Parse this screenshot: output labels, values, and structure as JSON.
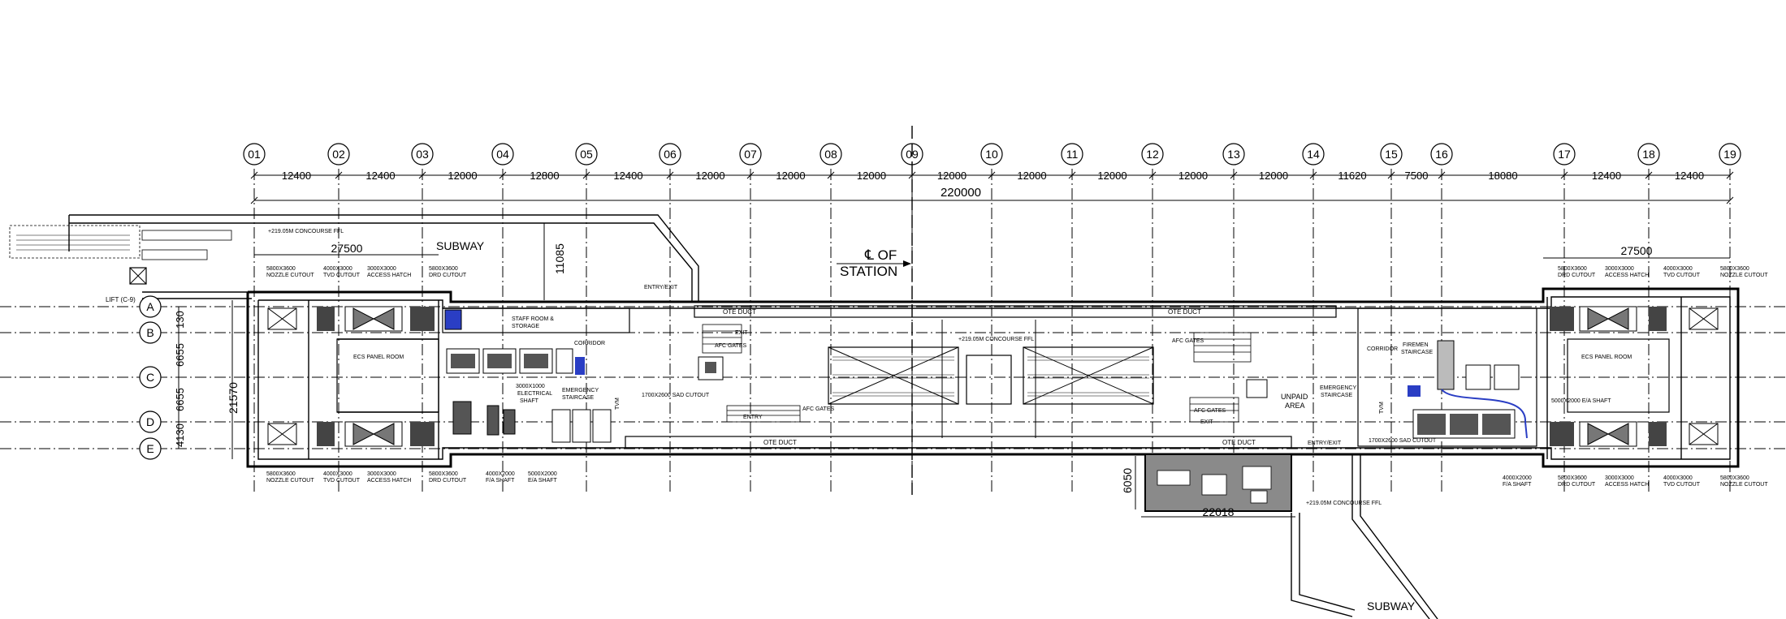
{
  "grid": {
    "columns": [
      "01",
      "02",
      "03",
      "04",
      "05",
      "06",
      "07",
      "08",
      "09",
      "10",
      "11",
      "12",
      "13",
      "14",
      "15",
      "16",
      "17",
      "18",
      "19"
    ],
    "column_spacings": [
      "12400",
      "12400",
      "12000",
      "12800",
      "12400",
      "12000",
      "12000",
      "12000",
      "12000",
      "12000",
      "12000",
      "12000",
      "12000",
      "11620",
      "7500",
      "18080",
      "12400",
      "12400"
    ],
    "rows": [
      "A",
      "B",
      "C",
      "D",
      "E"
    ],
    "row_spacings": [
      "130",
      "6655",
      "6655",
      "4130"
    ],
    "overall_length": "220000",
    "overall_width": "21570"
  },
  "labels": {
    "centerline_line1": "℄ OF",
    "centerline_line2": "STATION",
    "subway_top": "SUBWAY",
    "subway_bottom": "SUBWAY",
    "dim_left_27500": "27500",
    "dim_right_27500": "27500",
    "dim_11085": "11085",
    "dim_6050": "6050",
    "dim_22018": "22018",
    "concourse_top": "+219.05M CONCOURSE FFL",
    "concourse_mid": "+219.05M CONCOURSE FFL",
    "concourse_bottom": "+219.05M CONCOURSE FFL",
    "lift": "LIFT (C-9)",
    "entry_exit_top": "ENTRY/EXIT",
    "entry_exit_bottom": "ENTRY/EXIT",
    "ote_duct_1": "OTE DUCT",
    "ote_duct_2": "OTE DUCT",
    "ote_duct_3": "OTE DUCT",
    "ote_duct_4": "OTE DUCT",
    "unpaid_area_1": "UNPAID",
    "unpaid_area_2": "AREA",
    "staff_room_1": "STAFF ROOM &",
    "staff_room_2": "STORAGE",
    "corridor_left": "CORRIDOR",
    "corridor_right": "CORRIDOR",
    "emergency_staircase_left_1": "EMERGENCY",
    "emergency_staircase_left_2": "STAIRCASE",
    "emergency_staircase_right_1": "EMERGENCY",
    "emergency_staircase_right_2": "STAIRCASE",
    "firemen_staircase_1": "FIREMEN",
    "firemen_staircase_2": "STAIRCASE",
    "electrical_shaft_1": "3000X1000",
    "electrical_shaft_2": "ELECTRICAL",
    "electrical_shaft_3": "SHAFT",
    "sad_cutout_left": "1700X2600 SAD CUTOUT",
    "sad_cutout_right": "1700X2600 SAD CUTOUT",
    "afc_gates_1": "AFC GATES",
    "afc_gates_2": "AFC GATES",
    "afc_gates_3": "AFC GATES",
    "afc_gates_4": "AFC GATES",
    "entry_label": "ENTRY",
    "exit_label_1": "EXIT",
    "exit_label_2": "EXIT",
    "tvm_1": "TVM",
    "tvm_2": "TVM",
    "ecs_panel_left": "ECS PANEL ROOM",
    "ecs_panel_right": "ECS PANEL ROOM",
    "ea_shaft_right": "5000X2000 E/A SHAFT"
  },
  "cutouts_top_left": [
    "5800X3600 NOZZLE CUTOUT",
    "4000X3000 TVD CUTOUT",
    "3000X3000 ACCESS HATCH",
    "5800X3600 DRD CUTOUT"
  ],
  "cutouts_bottom_left": [
    "5800X3600 NOZZLE CUTOUT",
    "4000X3000 TVD CUTOUT",
    "3000X3000 ACCESS HATCH",
    "5800X3600 DRD CUTOUT",
    "4000X2000 F/A SHAFT",
    "5000X2000 E/A SHAFT"
  ],
  "cutouts_top_right": [
    "5800X3600 DRD CUTOUT",
    "3000X3000 ACCESS HATCH",
    "4000X3000 TVD CUTOUT",
    "5800X3600 NOZZLE CUTOUT"
  ],
  "cutouts_bottom_right": [
    "4000X2000 F/A SHAFT",
    "5800X3600 DRD CUTOUT",
    "3000X3000 ACCESS HATCH",
    "4000X3000 TVD CUTOUT",
    "5800X3600 NOZZLE CUTOUT"
  ]
}
